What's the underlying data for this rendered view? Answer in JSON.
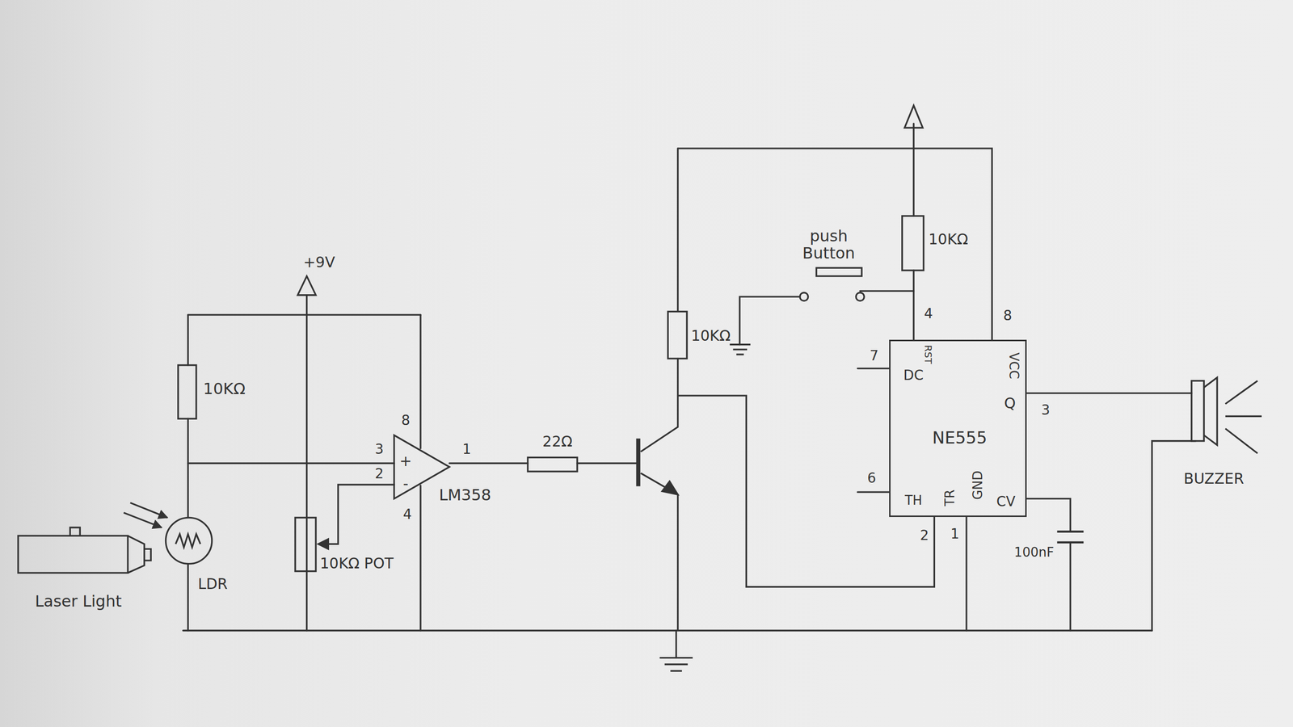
{
  "diagram": {
    "nodes": [
      {
        "text": [
          "+",
          "-",
          "LM358"
        ]
      },
      {
        "text": [
          "NE555",
          "DC",
          "RST",
          "VCC",
          "Q",
          "TH",
          "TR",
          "GND",
          "CV"
        ]
      }
    ],
    "labels": [
      "+9V",
      "10KΩ",
      "LDR",
      "Laser Light",
      "3",
      "2",
      "8",
      "1",
      "4",
      "10KΩ POT",
      "22Ω",
      "10KΩ",
      "push Button",
      "10KΩ",
      "4",
      "8",
      "7",
      "6",
      "2",
      "1",
      "3",
      "100nF",
      "BUZZER"
    ]
  }
}
